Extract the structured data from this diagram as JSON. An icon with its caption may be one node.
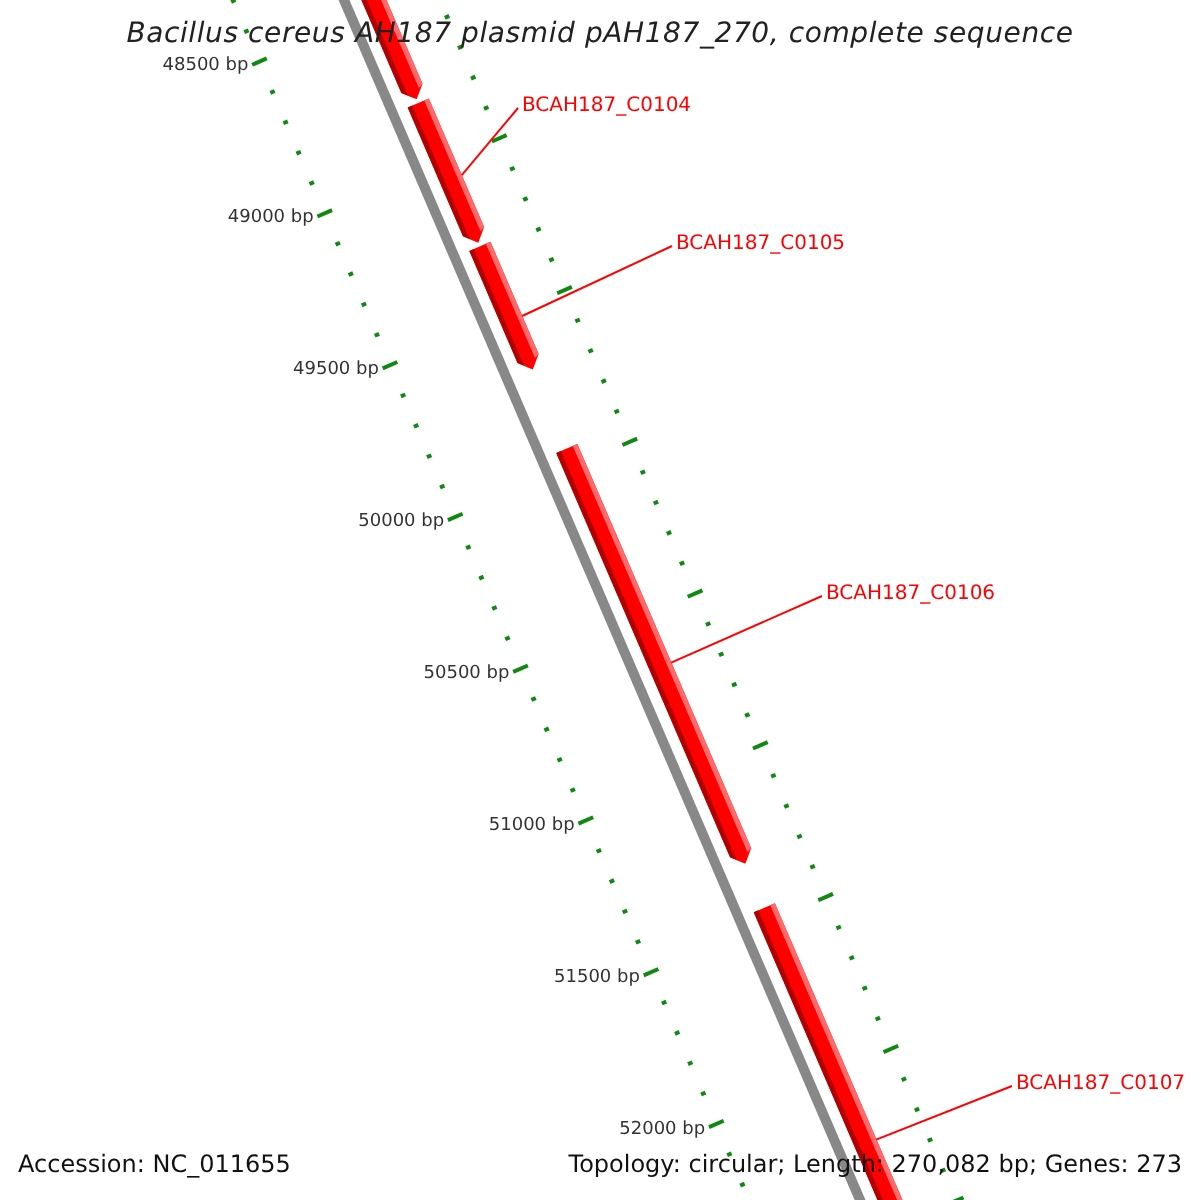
{
  "diagram": {
    "title": "Bacillus cereus AH187 plasmid pAH187_270, complete sequence",
    "nodes": [
      {
        "text": [],
        "shape": "bar"
      },
      {
        "text": [],
        "shape": "bar"
      },
      {
        "text": [],
        "shape": "bar"
      },
      {
        "text": [],
        "shape": "bar"
      },
      {
        "text": [],
        "shape": "bar"
      },
      {
        "text": [
          "BCAH187_C0104"
        ]
      },
      {
        "text": [
          "BCAH187_C0105"
        ]
      },
      {
        "text": [
          "BCAH187_C0106"
        ]
      },
      {
        "text": [
          "BCAH187_C0107"
        ]
      }
    ],
    "edges": [
      {
        "from": 5,
        "to": 1,
        "arrow": "none"
      },
      {
        "from": 6,
        "to": 2,
        "arrow": "none"
      },
      {
        "from": 7,
        "to": 3,
        "arrow": "none"
      },
      {
        "from": 8,
        "to": 4,
        "arrow": "none"
      }
    ],
    "labels": [
      "48500 bp",
      "49000 bp",
      "49500 bp",
      "50000 bp",
      "50500 bp",
      "51000 bp",
      "51500 bp",
      "52000 bp",
      "Accession: NC_011655",
      "Topology: circular; Length: 270,082 bp; Genes: 273"
    ]
  }
}
